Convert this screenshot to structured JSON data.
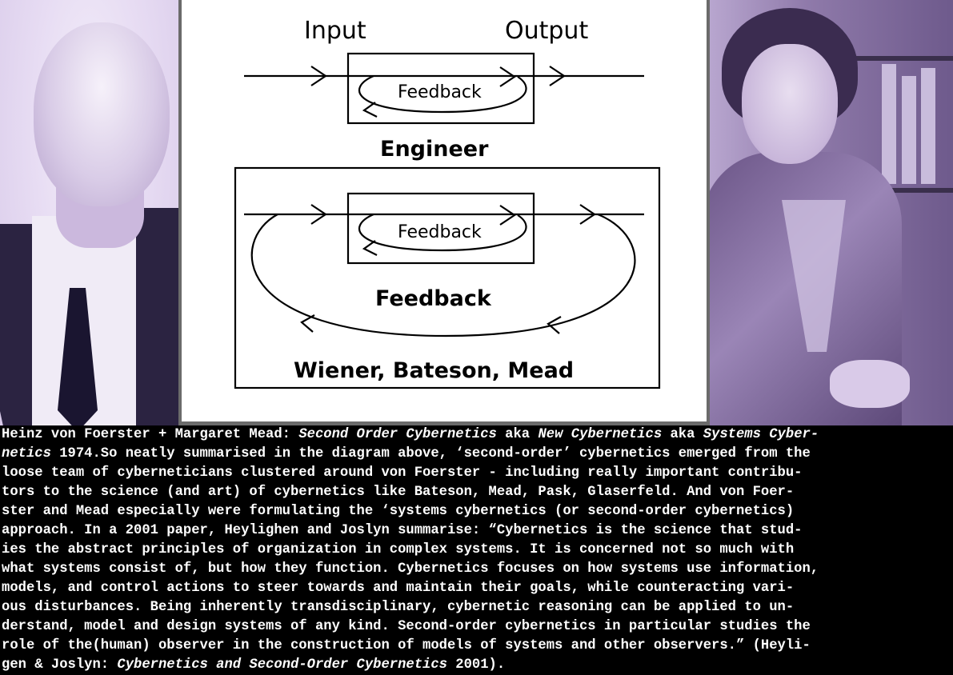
{
  "diagram": {
    "top": {
      "input_label": "Input",
      "output_label": "Output",
      "loop_label": "Feedback",
      "title": "Engineer"
    },
    "bottom": {
      "loop_label": "Feedback",
      "outer_label": "Feedback",
      "title": "Wiener, Bateson, Mead"
    }
  },
  "caption": {
    "lines": [
      [
        [
          "Heinz von Foerster + Margaret Mead: ",
          false
        ],
        [
          "Second Order Cybernetics",
          true
        ],
        [
          " aka ",
          false
        ],
        [
          "New Cybernetics",
          true
        ],
        [
          " aka ",
          false
        ],
        [
          "Systems Cyber-",
          true
        ]
      ],
      [
        [
          "netics",
          true
        ],
        [
          " 1974.So neatly summarised in the diagram above, ‘second-order’ cybernetics emerged from the",
          false
        ]
      ],
      [
        [
          "loose team of cyberneticians clustered around von Foerster - including really important contribu-",
          false
        ]
      ],
      [
        [
          "tors to the science (and art) of cybernetics like Bateson, Mead, Pask, Glaserfeld. And von Foer-",
          false
        ]
      ],
      [
        [
          "ster and Mead especially were formulating the ‘systems cybernetics (or second-order cybernetics)",
          false
        ]
      ],
      [
        [
          "approach. In a 2001 paper, Heylighen and Joslyn summarise: “Cybernetics is the science that stud-",
          false
        ]
      ],
      [
        [
          "ies the abstract principles of organization in complex systems. It is concerned not so much with",
          false
        ]
      ],
      [
        [
          "what systems consist of, but how they function. Cybernetics focuses on how systems use information,",
          false
        ]
      ],
      [
        [
          "models, and control actions to steer towards and maintain their goals, while counteracting vari-",
          false
        ]
      ],
      [
        [
          "ous disturbances. Being inherently transdisciplinary, cybernetic reasoning can be applied to un-",
          false
        ]
      ],
      [
        [
          "derstand, model and design systems of any kind. Second-order cybernetics in particular studies the",
          false
        ]
      ],
      [
        [
          "role of the(human) observer in the construction of models of systems and other observers.” (Heyli-",
          false
        ]
      ],
      [
        [
          "gen & Joslyn: ",
          false
        ],
        [
          "Cybernetics and Second-Order Cybernetics",
          true
        ],
        [
          " 2001).",
          false
        ]
      ]
    ]
  }
}
